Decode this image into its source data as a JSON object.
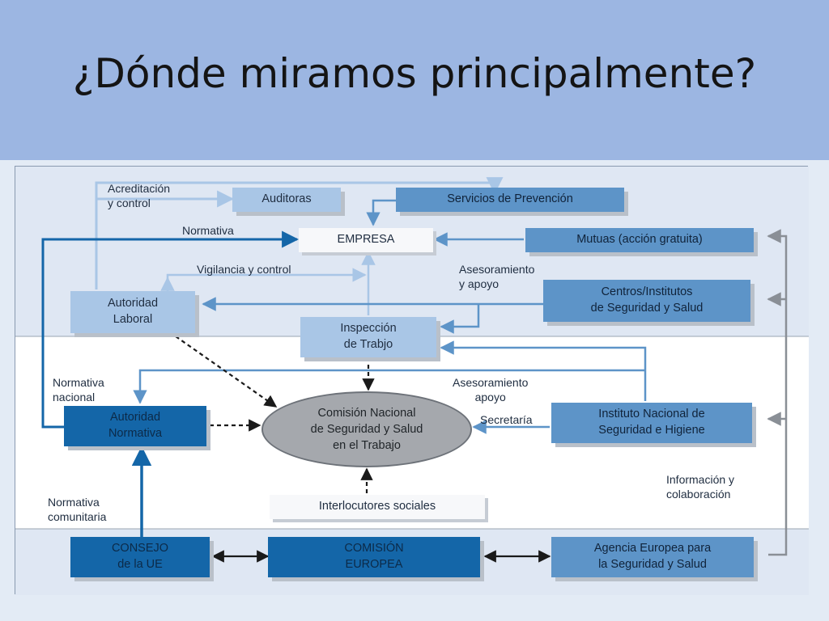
{
  "slide": {
    "title": "¿Dónde miramos principalmente?"
  },
  "boxes": {
    "auditoras": "Auditoras",
    "servicios": "Servicios de Prevención",
    "empresa": "EMPRESA",
    "mutuas": "Mutuas (acción gratuita)",
    "autoridad_laboral": "Autoridad\nLaboral",
    "centros": "Centros/Institutos\nde Seguridad y Salud",
    "inspeccion": "Inspección\nde Trabjo",
    "autoridad_normativa": "Autoridad\nNormativa",
    "comision_nacional": "Comisión Nacional\nde Seguridad y Salud\nen el Trabajo",
    "instituto": "Instituto Nacional de\nSeguridad e Higiene",
    "interlocutores": "Interlocutores sociales",
    "consejo": "CONSEJO\nde la UE",
    "comision_europea": "COMISIÓN\nEUROPEA",
    "agencia": "Agencia Europea para\nla Seguridad y Salud"
  },
  "labels": {
    "acreditacion": "Acreditación\ny control",
    "normativa": "Normativa",
    "vigilancia": "Vigilancia y control",
    "asesoramiento_apoyo": "Asesoramiento\ny apoyo",
    "normativa_nacional": "Normativa\nnacional",
    "asesoramiento_apoyo_2": "Asesoramiento\napoyo",
    "secretaria": "Secretaría",
    "informacion": "Información y\ncolaboración",
    "normativa_comunitaria": "Normativa\ncomunitaria"
  },
  "colors": {
    "title_band": "#9cb6e2",
    "arrow_dark": "#1466a8",
    "arrow_light": "#5d94c8",
    "arrow_gray": "#8a8f96"
  }
}
